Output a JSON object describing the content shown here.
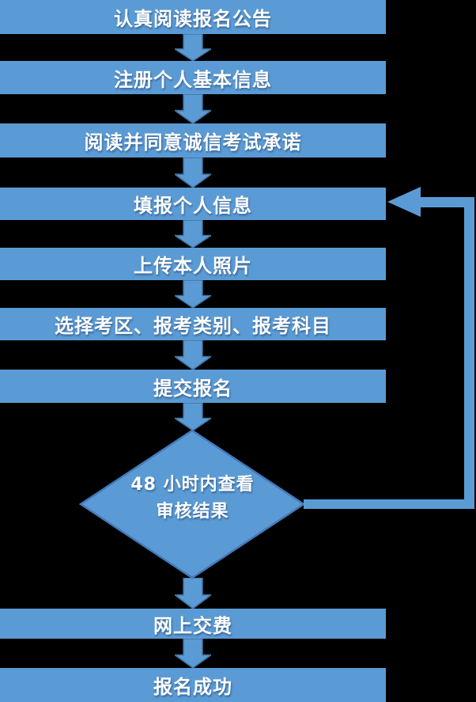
{
  "flowchart": {
    "colors": {
      "background": "#000000",
      "node_fill": "#5B9BD5",
      "node_border": "#4579B8",
      "arrow_fill": "#5B9BD5",
      "arrow_border": "#41719C",
      "text": "#FFFFFF"
    },
    "steps": [
      {
        "label": "认真阅读报名公告"
      },
      {
        "label": "注册个人基本信息"
      },
      {
        "label": "阅读并同意诚信考试承诺"
      },
      {
        "label": "填报个人信息"
      },
      {
        "label": "上传本人照片"
      },
      {
        "label": "选择考区、报考类别、报考科目"
      },
      {
        "label": "提交报名"
      },
      {
        "label": "网上交费"
      },
      {
        "label": "报名成功"
      }
    ],
    "decision": {
      "line1": "48 小时内查看",
      "line2": "审核结果"
    },
    "loop": {
      "from_step": "48 小时内查看审核结果",
      "to_step": "填报个人信息"
    }
  }
}
